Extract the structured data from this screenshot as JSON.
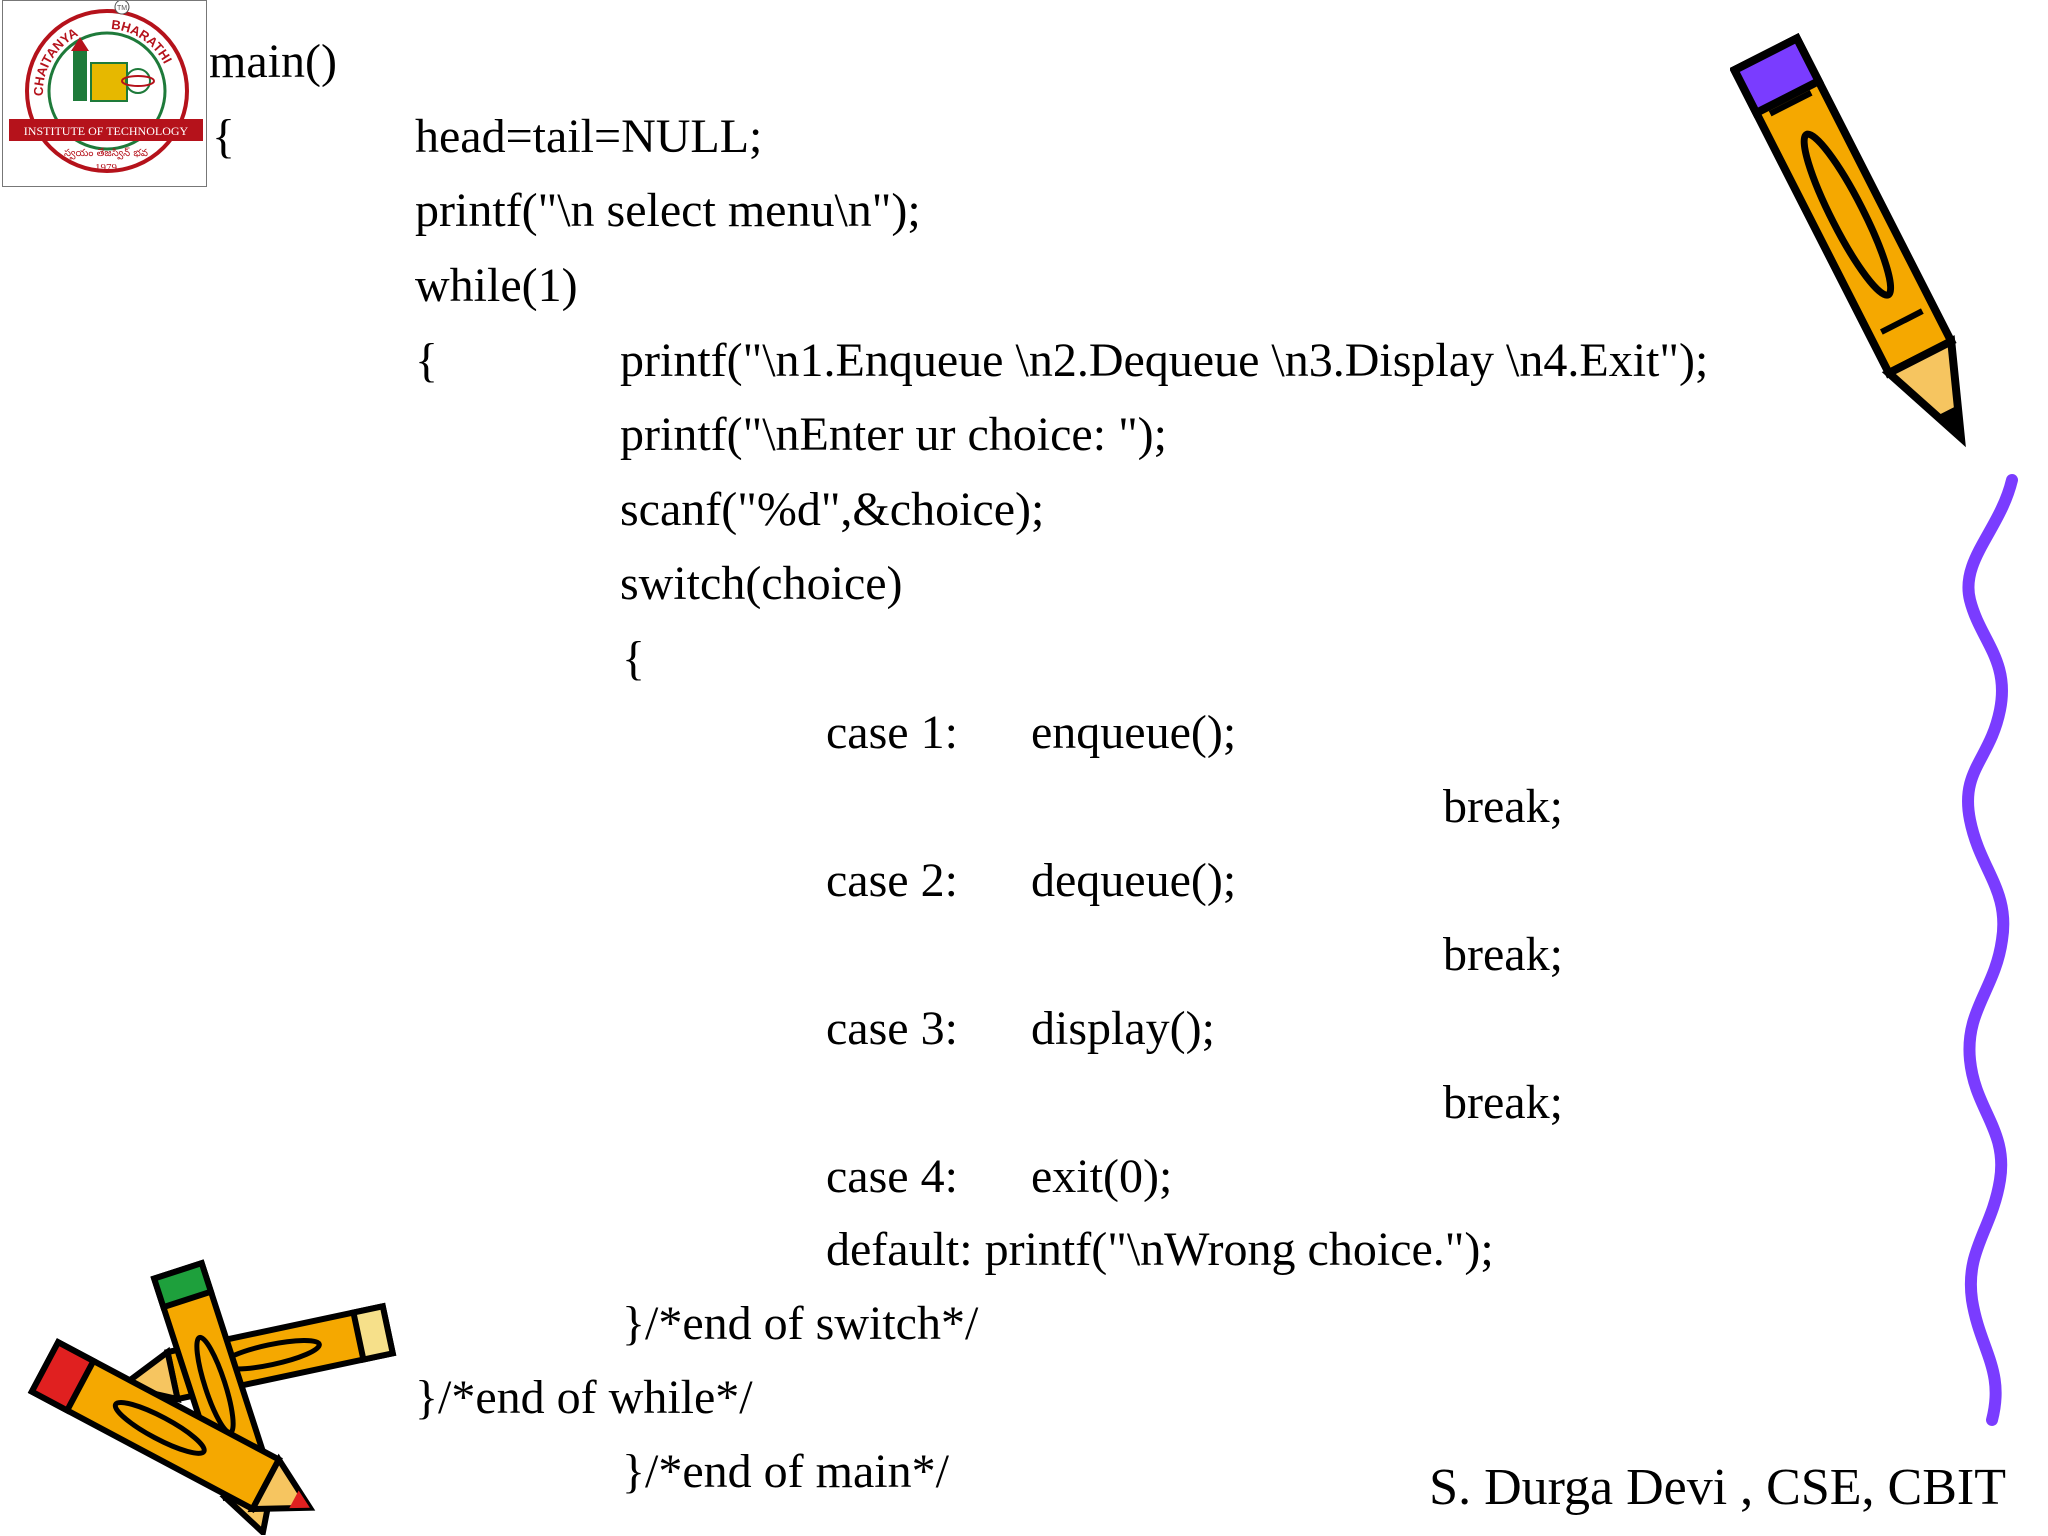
{
  "logo": {
    "arc_left": "CHAITANYA",
    "arc_right": "BHARATHI",
    "banner": "INSTITUTE OF TECHNOLOGY",
    "motto": "స్వయం తేజస్విన్ భవ",
    "year": "1979",
    "trademark": "TM",
    "colors": {
      "primary": "#b5121b",
      "secondary": "#1e7a3a",
      "gold": "#e6b800"
    }
  },
  "code": {
    "main": "main()",
    "open_main": "{",
    "head_init": "head=tail=NULL;",
    "printf_select": "printf(\"\\n select menu\\n\");",
    "while": "while(1)",
    "open_while": "{",
    "printf_menu": "printf(\"\\n1.Enqueue \\n2.Dequeue \\n3.Display \\n4.Exit\");",
    "printf_choice": "printf(\"\\nEnter ur choice: \");",
    "scanf": "scanf(\"%d\",&choice);",
    "switch": "switch(choice)",
    "open_switch": "{",
    "case1": "case 1:",
    "case1_call": "enqueue();",
    "break1": "break;",
    "case2": "case 2:",
    "case2_call": "dequeue();",
    "break2": "break;",
    "case3": "case 3:",
    "case3_call": "display();",
    "break3": "break;",
    "case4": "case 4:",
    "case4_call": "exit(0);",
    "default": "default: printf(\"\\nWrong choice.\");",
    "end_switch": "}/*end of switch*/",
    "end_while": "}/*end of while*/",
    "end_main": "}/*end of main*/"
  },
  "footer": {
    "author": "S. Durga Devi , CSE, CBIT"
  },
  "decorations": {
    "top_right": "pencil-icon",
    "bottom_left": "crossed-pencils-icon",
    "right_edge": "squiggle-line",
    "colors": {
      "pencil_body": "#f5a800",
      "eraser": "#7a3cff",
      "squiggle": "#7a3cff",
      "green_tip": "#1ea03c",
      "red_tip": "#e02020"
    }
  }
}
